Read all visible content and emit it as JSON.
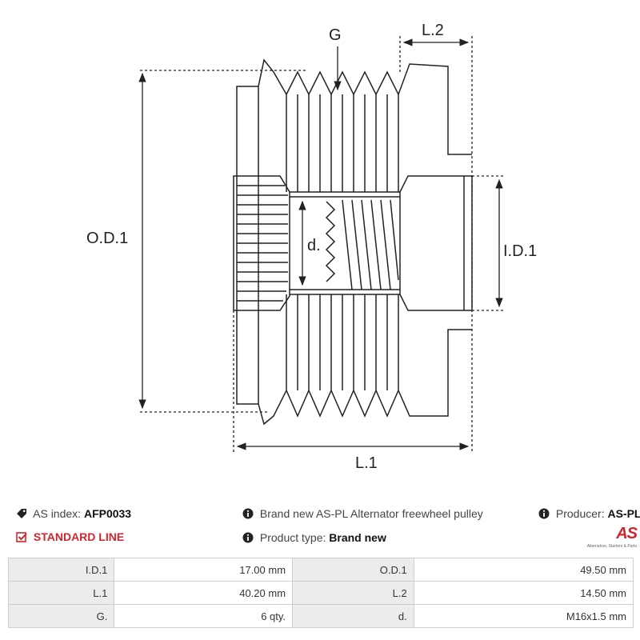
{
  "drawing_labels": {
    "g": "G",
    "l2": "L.2",
    "od1": "O.D.1",
    "id1": "I.D.1",
    "d": "d.",
    "l1": "L.1"
  },
  "info": {
    "as_index_label": "AS index:",
    "as_index_value": "AFP0033",
    "line": "STANDARD LINE",
    "description": "Brand new AS-PL Alternator freewheel pulley",
    "product_type_label": "Product type:",
    "product_type_value": "Brand new",
    "producer_label": "Producer:",
    "producer_value": "AS-PL"
  },
  "logo": {
    "mark": "AS",
    "tagline": "Alternators, Starters & Parts"
  },
  "specs": [
    {
      "k1": "I.D.1",
      "v1": "17.00 mm",
      "k2": "O.D.1",
      "v2": "49.50 mm"
    },
    {
      "k1": "L.1",
      "v1": "40.20 mm",
      "k2": "L.2",
      "v2": "14.50 mm"
    },
    {
      "k1": "G.",
      "v1": "6 qty.",
      "k2": "d.",
      "v2": "M16x1.5 mm"
    }
  ],
  "icons": [
    "tag-icon",
    "check-square-icon",
    "info-circle-icon"
  ],
  "colors": {
    "accent_red": "#d0262f",
    "header_gray": "#ececec"
  }
}
